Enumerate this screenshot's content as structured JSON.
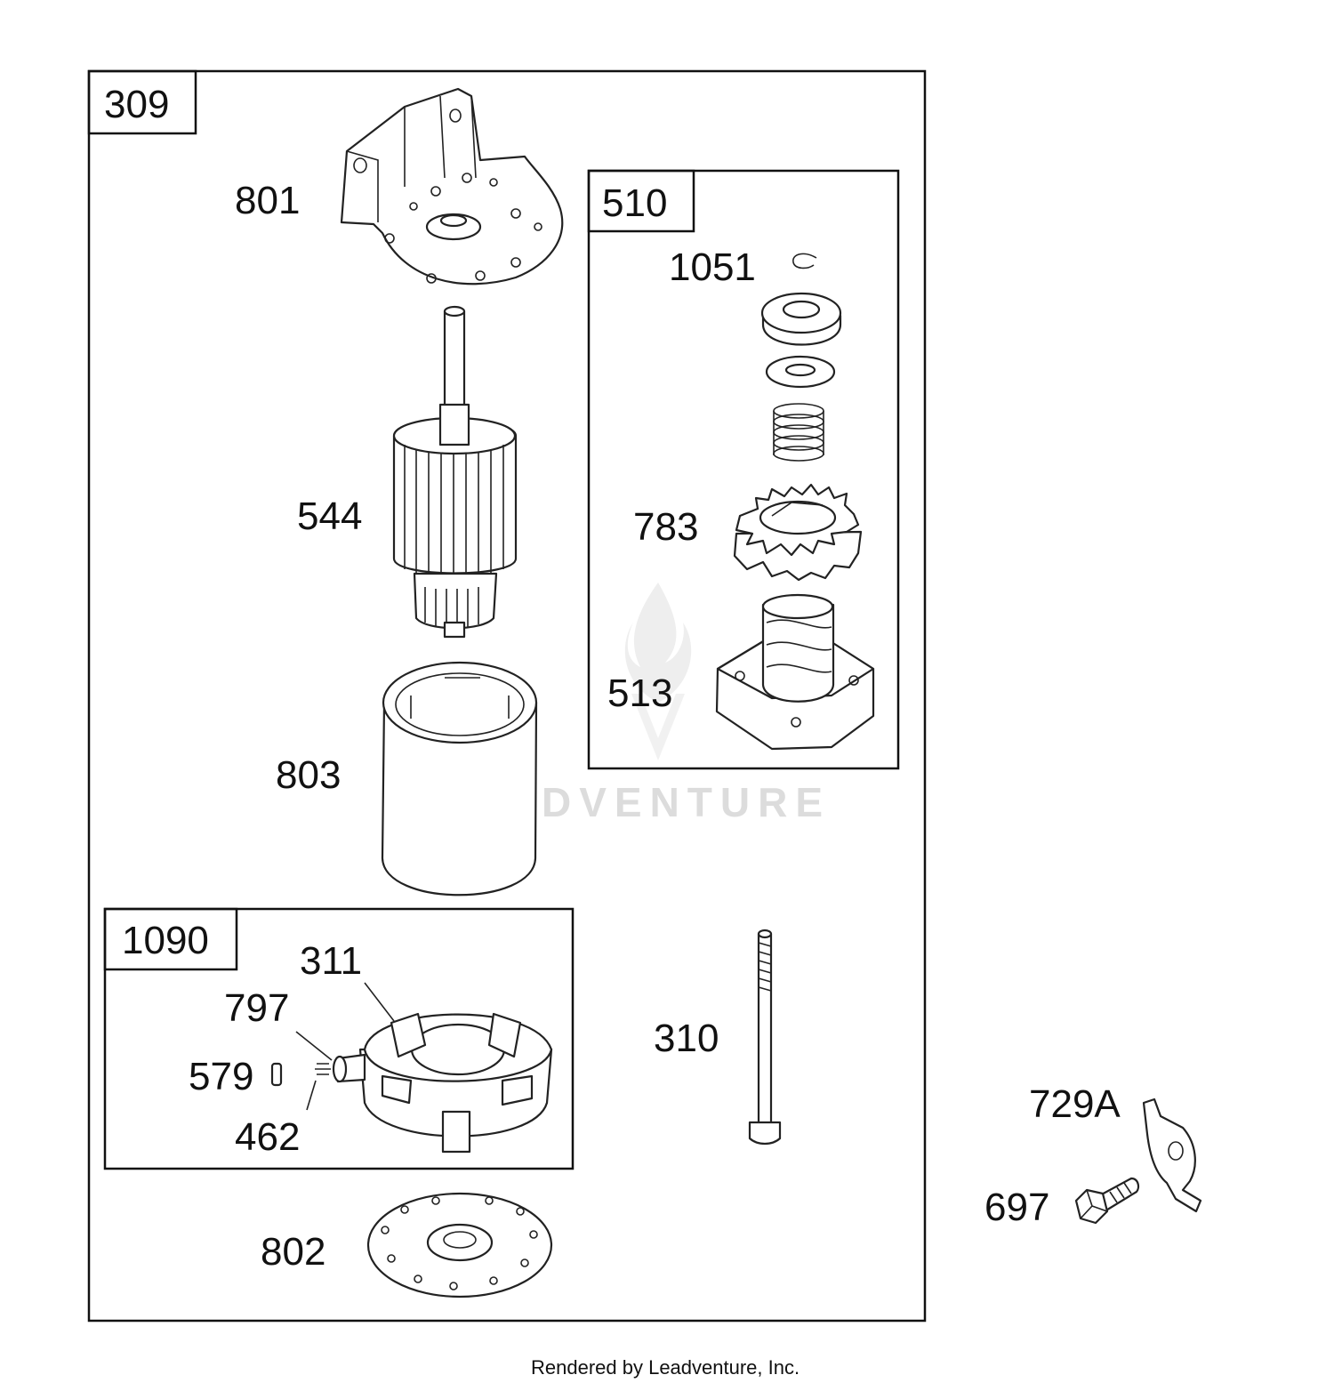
{
  "boxes": {
    "main": "309",
    "drive": "510",
    "brush": "1090"
  },
  "parts": {
    "p801": "801",
    "p544": "544",
    "p803": "803",
    "p802": "802",
    "p1051": "1051",
    "p783": "783",
    "p513": "513",
    "p311": "311",
    "p797": "797",
    "p579": "579",
    "p462": "462",
    "p310": "310",
    "p729a": "729A",
    "p697": "697"
  },
  "watermark": "LEADVENTURE",
  "footer": "Rendered by Leadventure, Inc."
}
